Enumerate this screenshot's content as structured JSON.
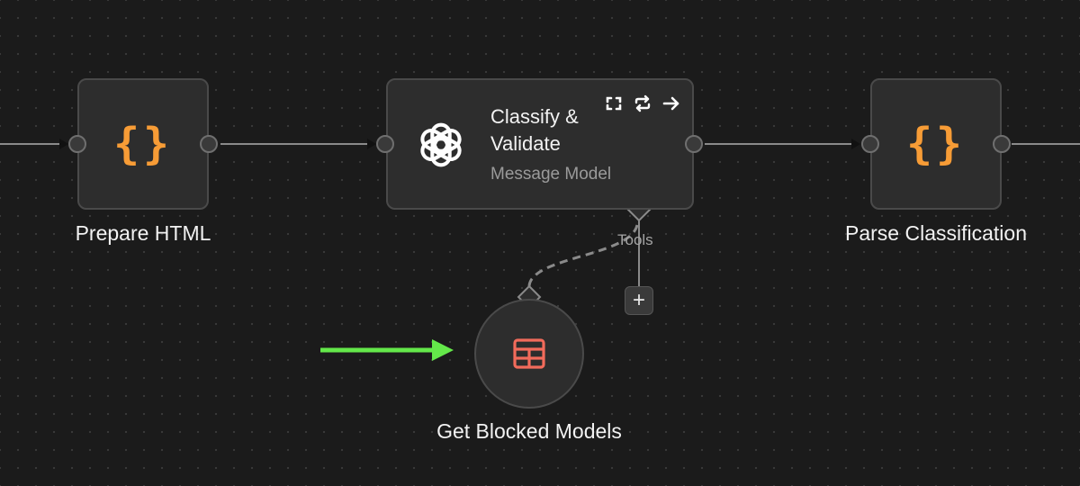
{
  "canvas": {
    "nodes": {
      "prepare_html": {
        "label": "Prepare HTML",
        "icon": "braces-icon",
        "icon_color": "#f79c36"
      },
      "classify": {
        "title": "Classify & Validate",
        "subtitle": "Message Model",
        "icon": "openai-icon"
      },
      "parse_classification": {
        "label": "Parse Classification",
        "icon": "braces-icon",
        "icon_color": "#f79c36"
      },
      "get_blocked_models": {
        "label": "Get Blocked Models",
        "icon": "table-icon",
        "icon_color": "#f26b5b"
      }
    },
    "tools_connector": {
      "label": "Tools",
      "add_symbol": "+"
    },
    "arrow_highlight_color": "#64e84a",
    "braces_glyph": "{}"
  }
}
